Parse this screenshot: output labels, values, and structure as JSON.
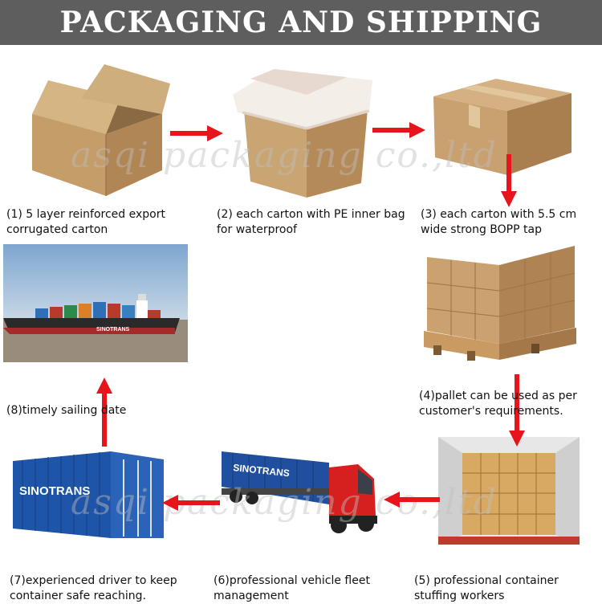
{
  "banner": {
    "title": "PACKAGING AND SHIPPING"
  },
  "watermark": {
    "text_top": "asqi packaging co.,ltd",
    "text_bottom": "asqi packaging co.,ltd"
  },
  "steps": [
    {
      "id": 1,
      "caption": "(1) 5 layer reinforced export corrugated carton",
      "icon": "open-carton-image"
    },
    {
      "id": 2,
      "caption": "(2) each carton with PE inner bag for waterproof",
      "icon": "carton-with-pe-bag-image"
    },
    {
      "id": 3,
      "caption": "(3) each carton with 5.5 cm wide strong BOPP tap",
      "icon": "taped-carton-image"
    },
    {
      "id": 4,
      "caption": "(4)pallet can be used as per customer's requirements.",
      "icon": "palletized-cartons-image"
    },
    {
      "id": 5,
      "caption": "(5) professional container stuffing workers",
      "icon": "container-loading-image"
    },
    {
      "id": 6,
      "caption": "(6)professional vehicle fleet management",
      "icon": "container-truck-image"
    },
    {
      "id": 7,
      "caption": "(7)experienced driver to keep container safe reaching.",
      "icon": "shipping-container-image"
    },
    {
      "id": 8,
      "caption": "(8)timely sailing date",
      "icon": "cargo-ship-image"
    }
  ],
  "labels": {
    "sinotrans": "SINOTRANS"
  },
  "colors": {
    "banner": "#5e5e5e",
    "arrow": "#e8141b",
    "carton": "#c9a574",
    "container": "#1f4f9e",
    "truck_cab": "#d62020"
  }
}
